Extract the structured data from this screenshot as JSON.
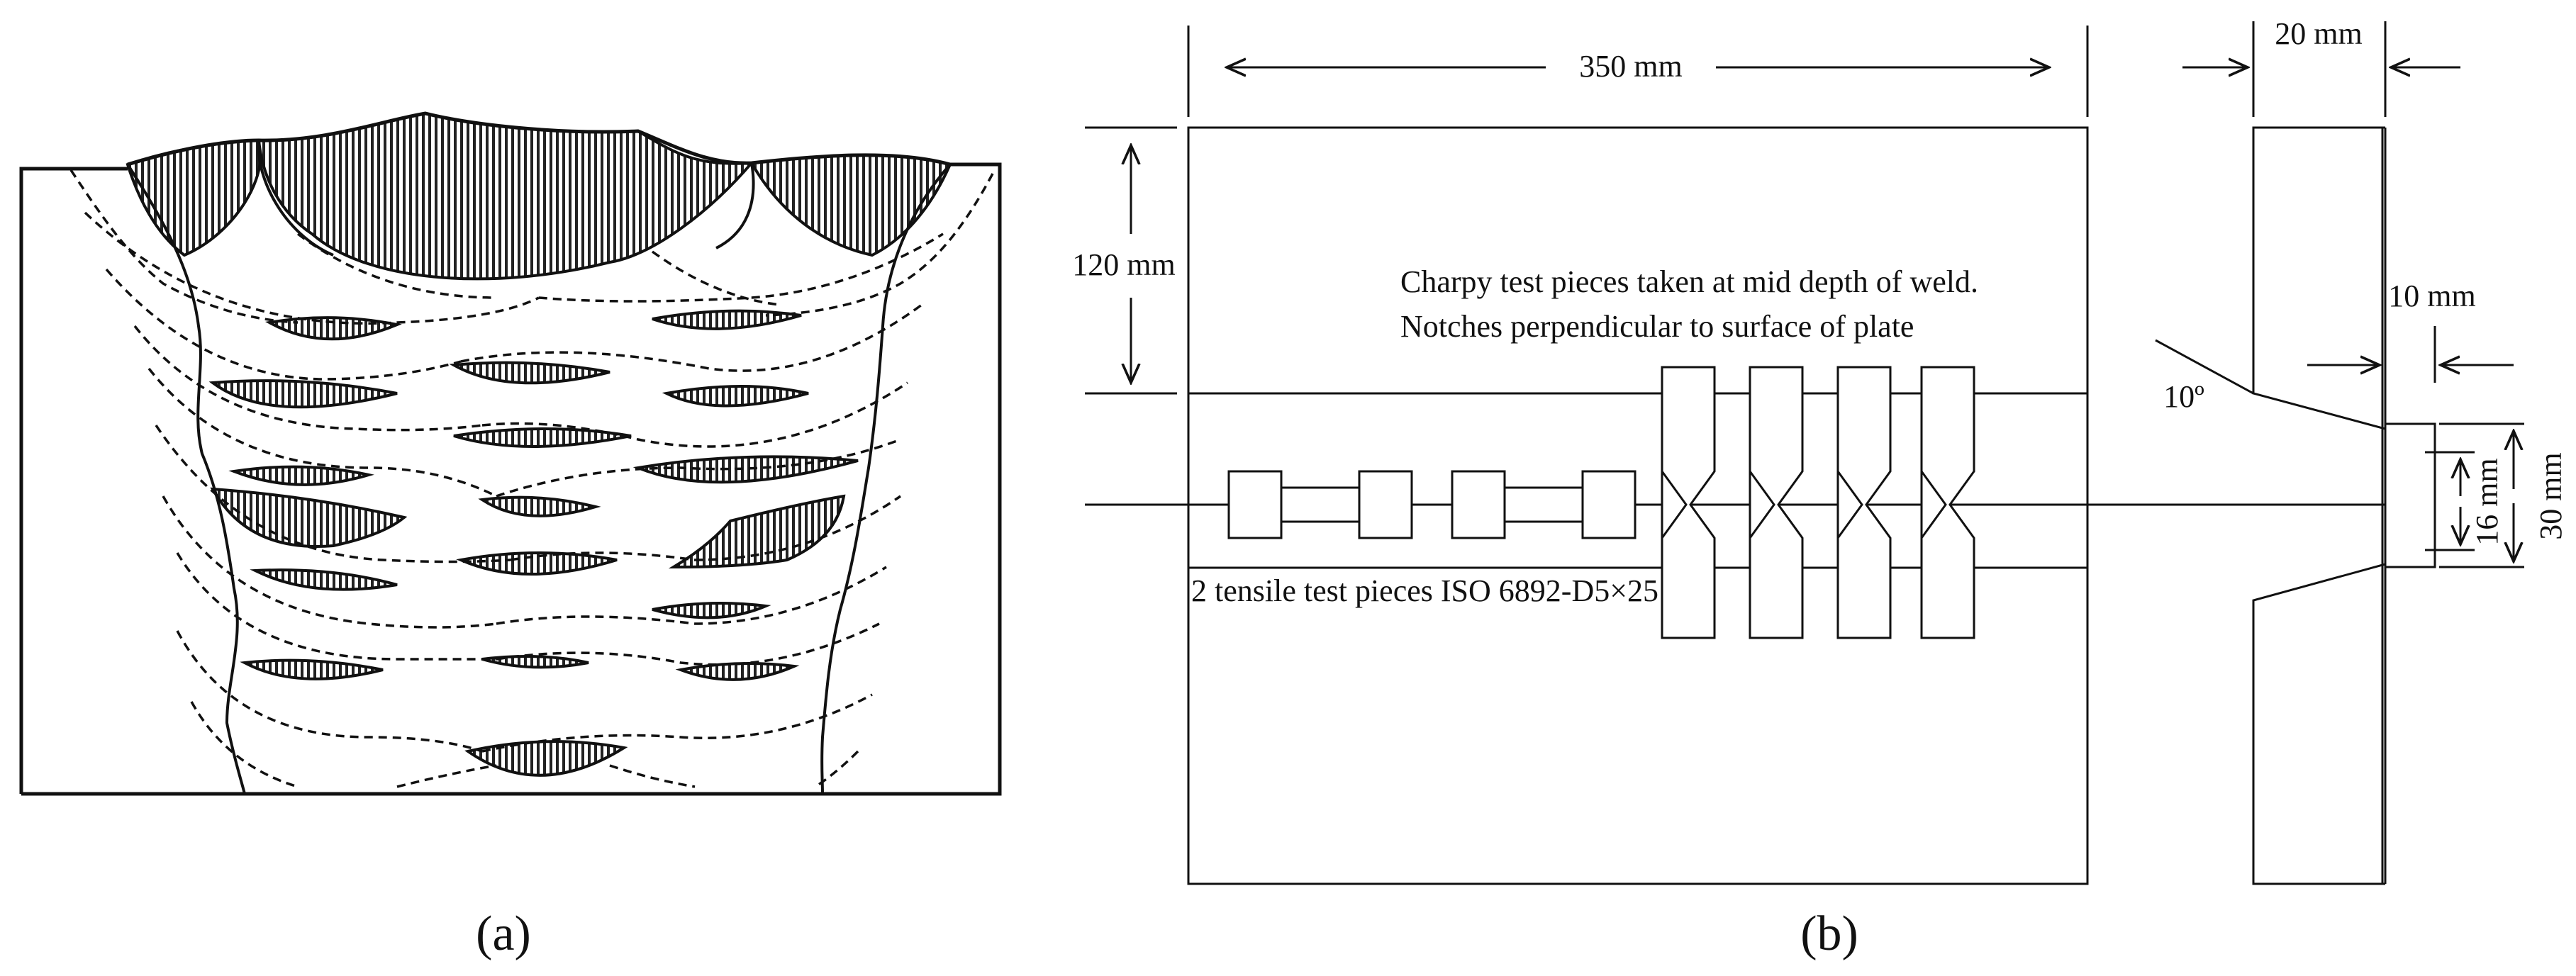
{
  "panel_a": {
    "caption": "(a)"
  },
  "panel_b": {
    "caption": "(b)",
    "dim_length": "350 mm",
    "dim_width": "120 mm",
    "dim_thickness": "20 mm",
    "dim_root_face": "10 mm",
    "dim_angle": "10º",
    "dim_gap_inner": "16 mm",
    "dim_gap_outer": "30 mm",
    "charpy_note_line1": "Charpy test pieces taken at mid depth of weld.",
    "charpy_note_line2": "Notches perpendicular to surface of plate",
    "tensile_note": "2 tensile test pieces ISO 6892-D5×25"
  },
  "colors": {
    "line": "#111111",
    "hatch": "#222222",
    "background": "#ffffff"
  }
}
